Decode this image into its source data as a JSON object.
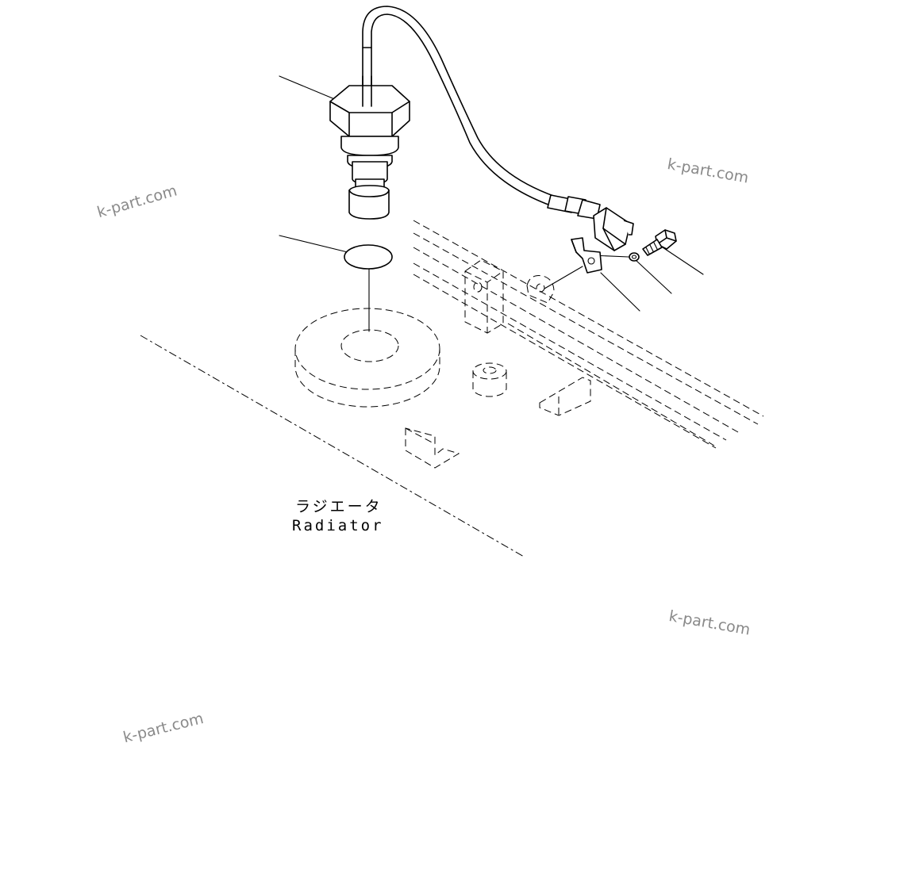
{
  "labels": {
    "part_name_jp": "ラジエータ",
    "part_name_en": "Radiator"
  },
  "watermarks": [
    "k-part.com",
    "k-part.com",
    "k-part.com",
    "k-part.com"
  ],
  "colors": {
    "line": "#000000",
    "background": "#ffffff",
    "watermark": "#8a8a8a"
  }
}
